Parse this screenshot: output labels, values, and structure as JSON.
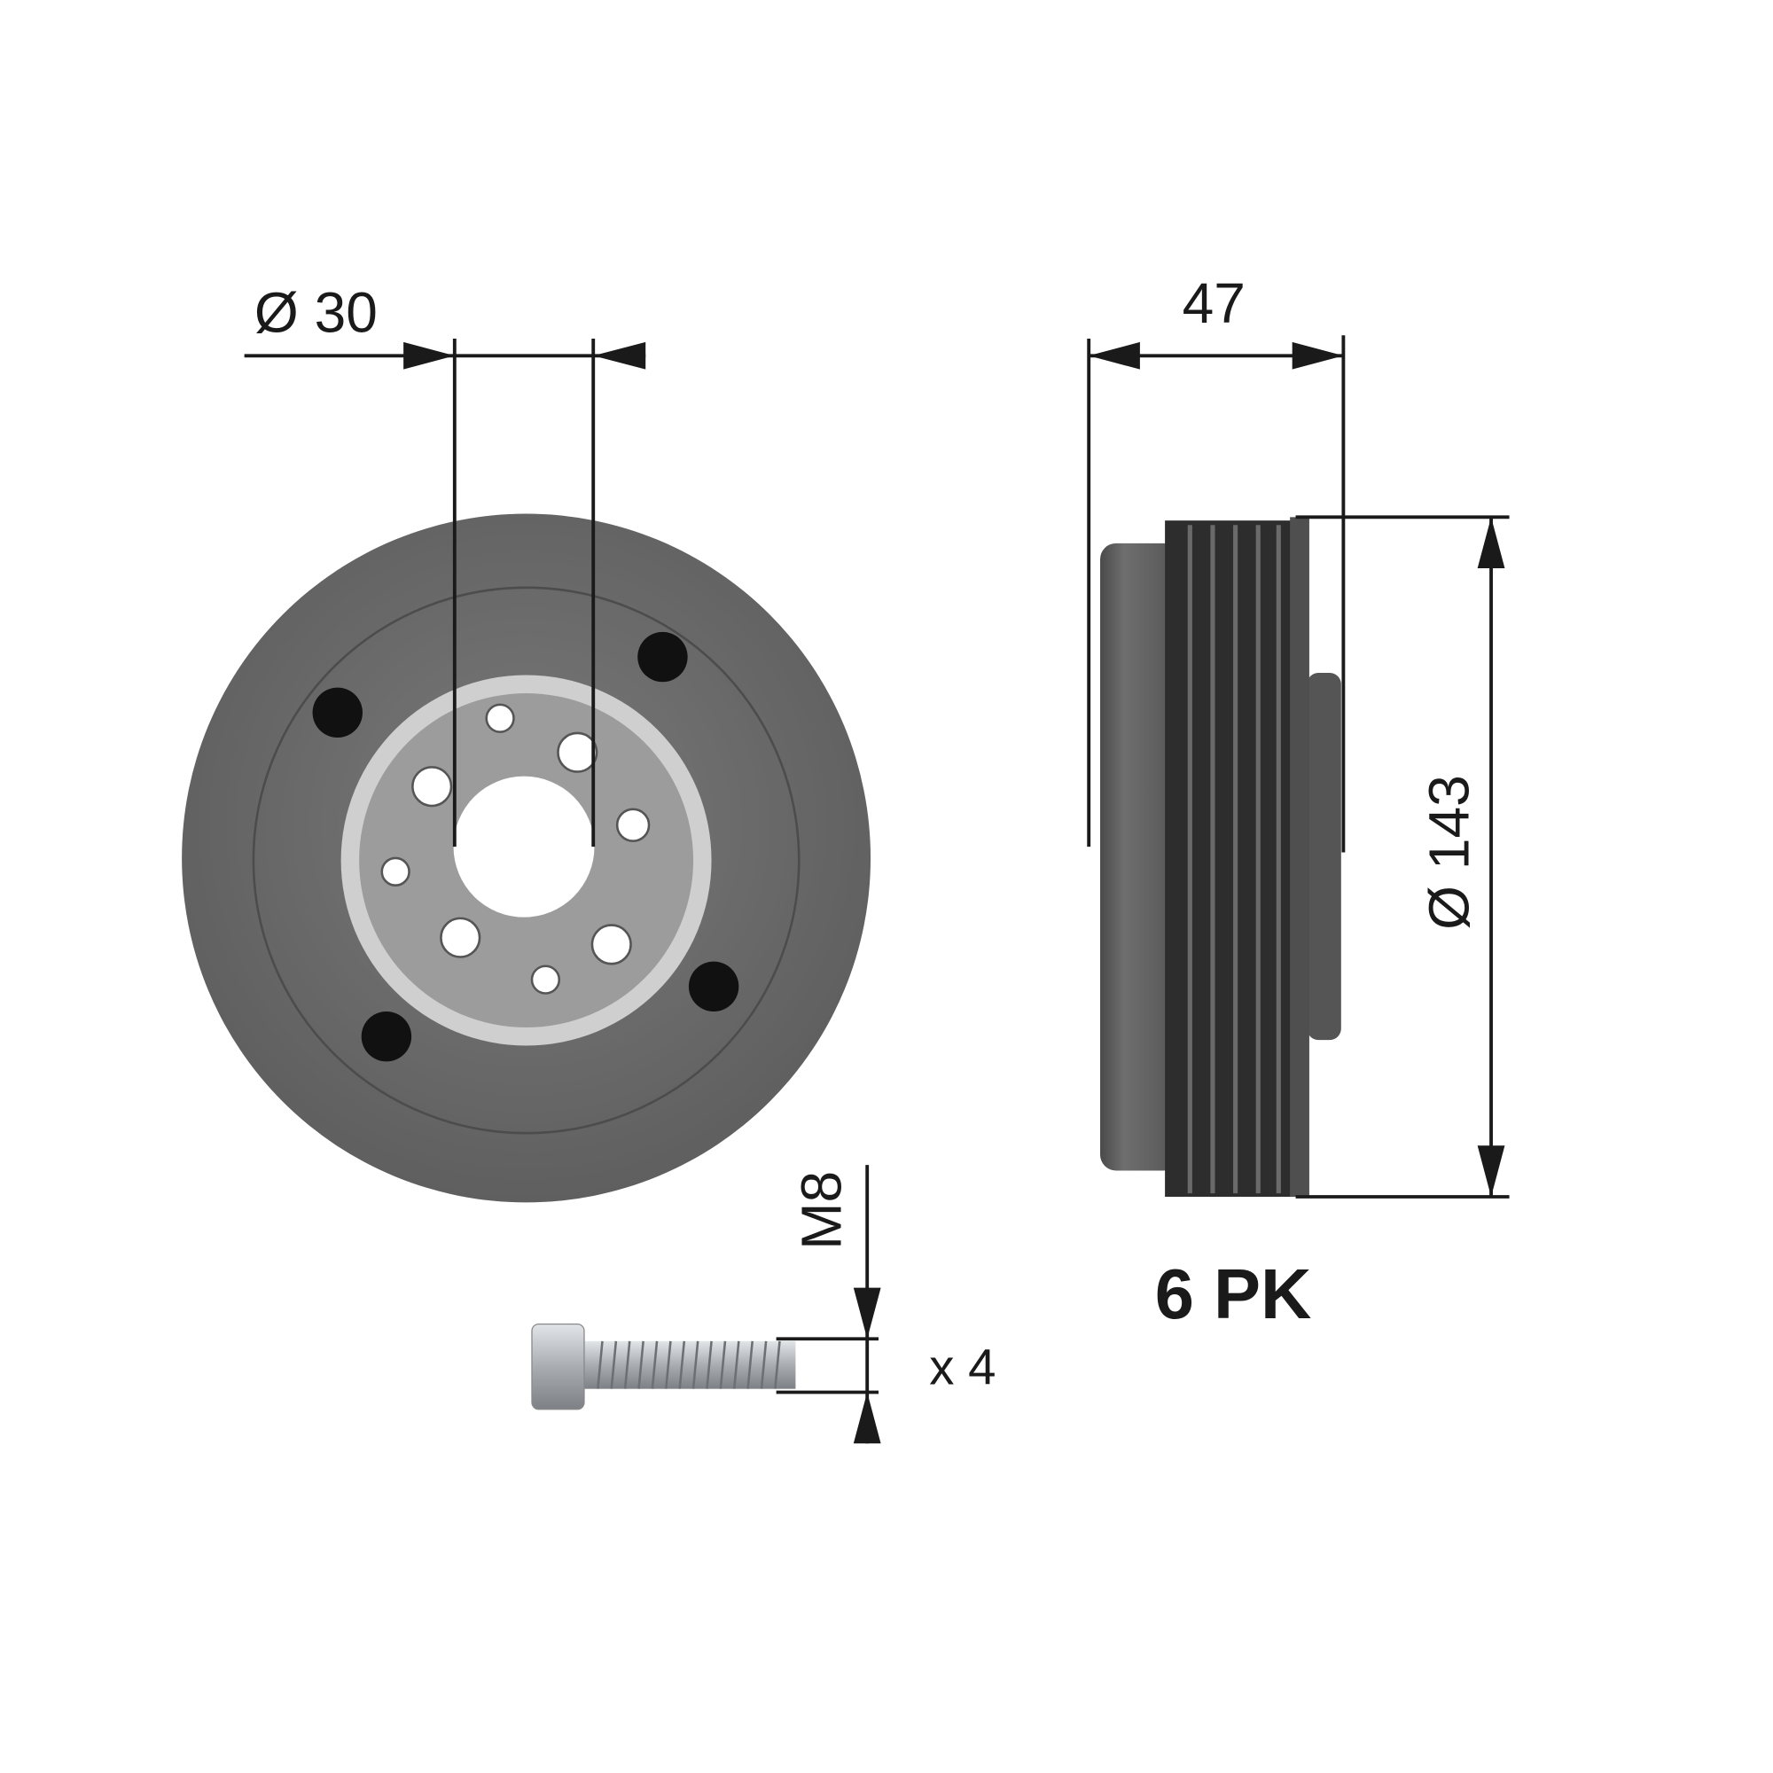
{
  "dimensions": {
    "bore_diameter": "Ø 30",
    "width": "47",
    "outer_diameter": "Ø 143",
    "bolt_thread": "M8",
    "bolt_quantity": "x 4",
    "belt_profile": "6 PK"
  },
  "colors": {
    "pulley_body": "#6f6f6f",
    "hub_silver": "#c9c9c9",
    "hub_inner": "#9a9a9a",
    "holes": "#111111",
    "dimension_lines": "#1a1a1a",
    "bolt": "#b8bcc0"
  }
}
